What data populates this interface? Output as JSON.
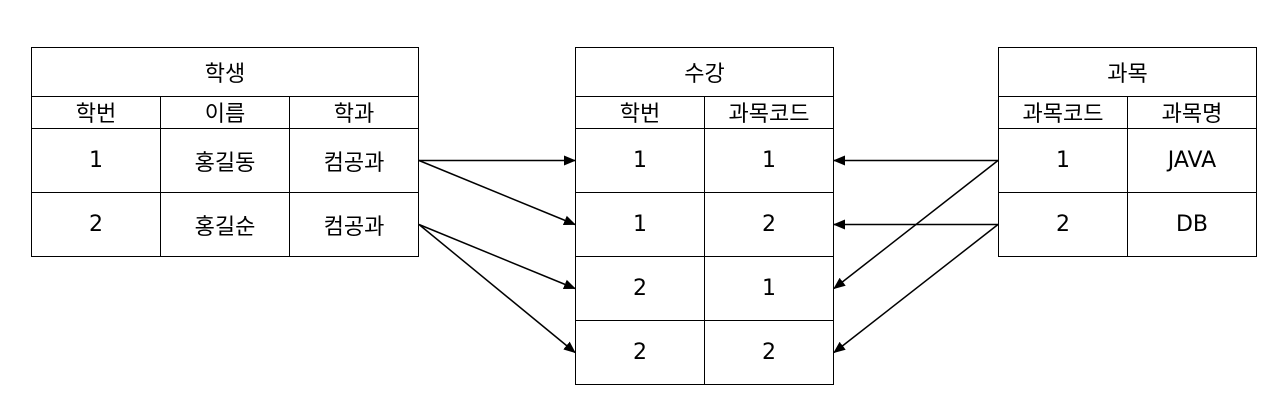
{
  "student": {
    "title": "학생",
    "columns": [
      "학번",
      "이름",
      "학과"
    ],
    "rows": [
      [
        "1",
        "홍길동",
        "컴공과"
      ],
      [
        "2",
        "홍길순",
        "컴공과"
      ]
    ]
  },
  "enroll": {
    "title": "수강",
    "columns": [
      "학번",
      "과목코드"
    ],
    "rows": [
      [
        "1",
        "1"
      ],
      [
        "1",
        "2"
      ],
      [
        "2",
        "1"
      ],
      [
        "2",
        "2"
      ]
    ]
  },
  "course": {
    "title": "과목",
    "columns": [
      "과목코드",
      "과목명"
    ],
    "rows": [
      [
        "1",
        "JAVA"
      ],
      [
        "2",
        "DB"
      ]
    ]
  },
  "relations": [
    {
      "from": "student.row.0",
      "to": "enroll.row.0"
    },
    {
      "from": "student.row.0",
      "to": "enroll.row.1"
    },
    {
      "from": "student.row.1",
      "to": "enroll.row.2"
    },
    {
      "from": "student.row.1",
      "to": "enroll.row.3"
    },
    {
      "from": "course.row.0",
      "to": "enroll.row.0"
    },
    {
      "from": "course.row.0",
      "to": "enroll.row.2"
    },
    {
      "from": "course.row.1",
      "to": "enroll.row.1"
    },
    {
      "from": "course.row.1",
      "to": "enroll.row.3"
    }
  ],
  "colors": {
    "line": "#000000",
    "background": "#ffffff"
  }
}
